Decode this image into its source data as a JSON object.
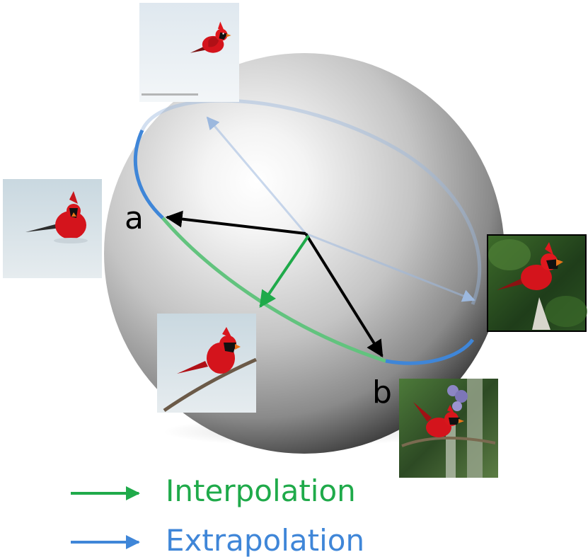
{
  "labels": {
    "point_a": "a",
    "point_b": "b"
  },
  "legend": [
    {
      "label": "Interpolation",
      "color": "#1faa4a"
    },
    {
      "label": "Extrapolation",
      "color": "#3f86d8"
    }
  ],
  "colors": {
    "interpolation": "#1faa4a",
    "extrapolation": "#3f86d8",
    "vector": "#000000",
    "sphere_light": "#ffffff",
    "sphere_dark": "#3a3a3a"
  },
  "images": [
    {
      "name": "cardinal-snow-top",
      "description_icon": "cardinal-photo-icon"
    },
    {
      "name": "cardinal-snow-left",
      "description_icon": "cardinal-photo-icon"
    },
    {
      "name": "cardinal-branch-interp",
      "description_icon": "cardinal-photo-icon"
    },
    {
      "name": "cardinal-green-right",
      "description_icon": "cardinal-photo-icon"
    },
    {
      "name": "cardinal-flowers-b",
      "description_icon": "cardinal-photo-icon"
    }
  ]
}
